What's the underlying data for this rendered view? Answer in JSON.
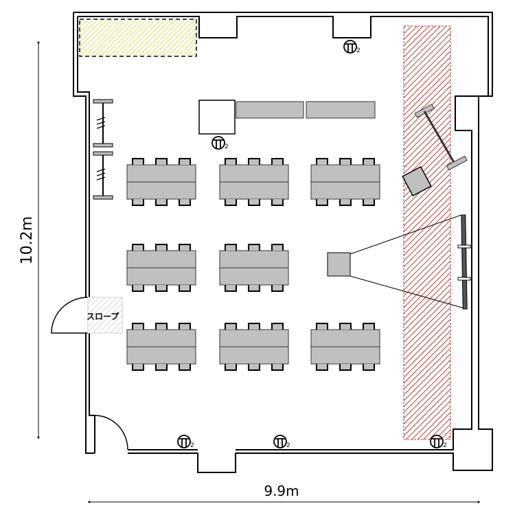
{
  "dimensions": {
    "height_label": "10.2m",
    "width_label": "9.9m"
  },
  "slope_label": "スロープ",
  "outlet_count_label": "2",
  "colors": {
    "table": "#c0c0c0",
    "stage_hatch": "#c0392b",
    "storage_hatch": "#e6e27a",
    "wall": "#000000"
  }
}
